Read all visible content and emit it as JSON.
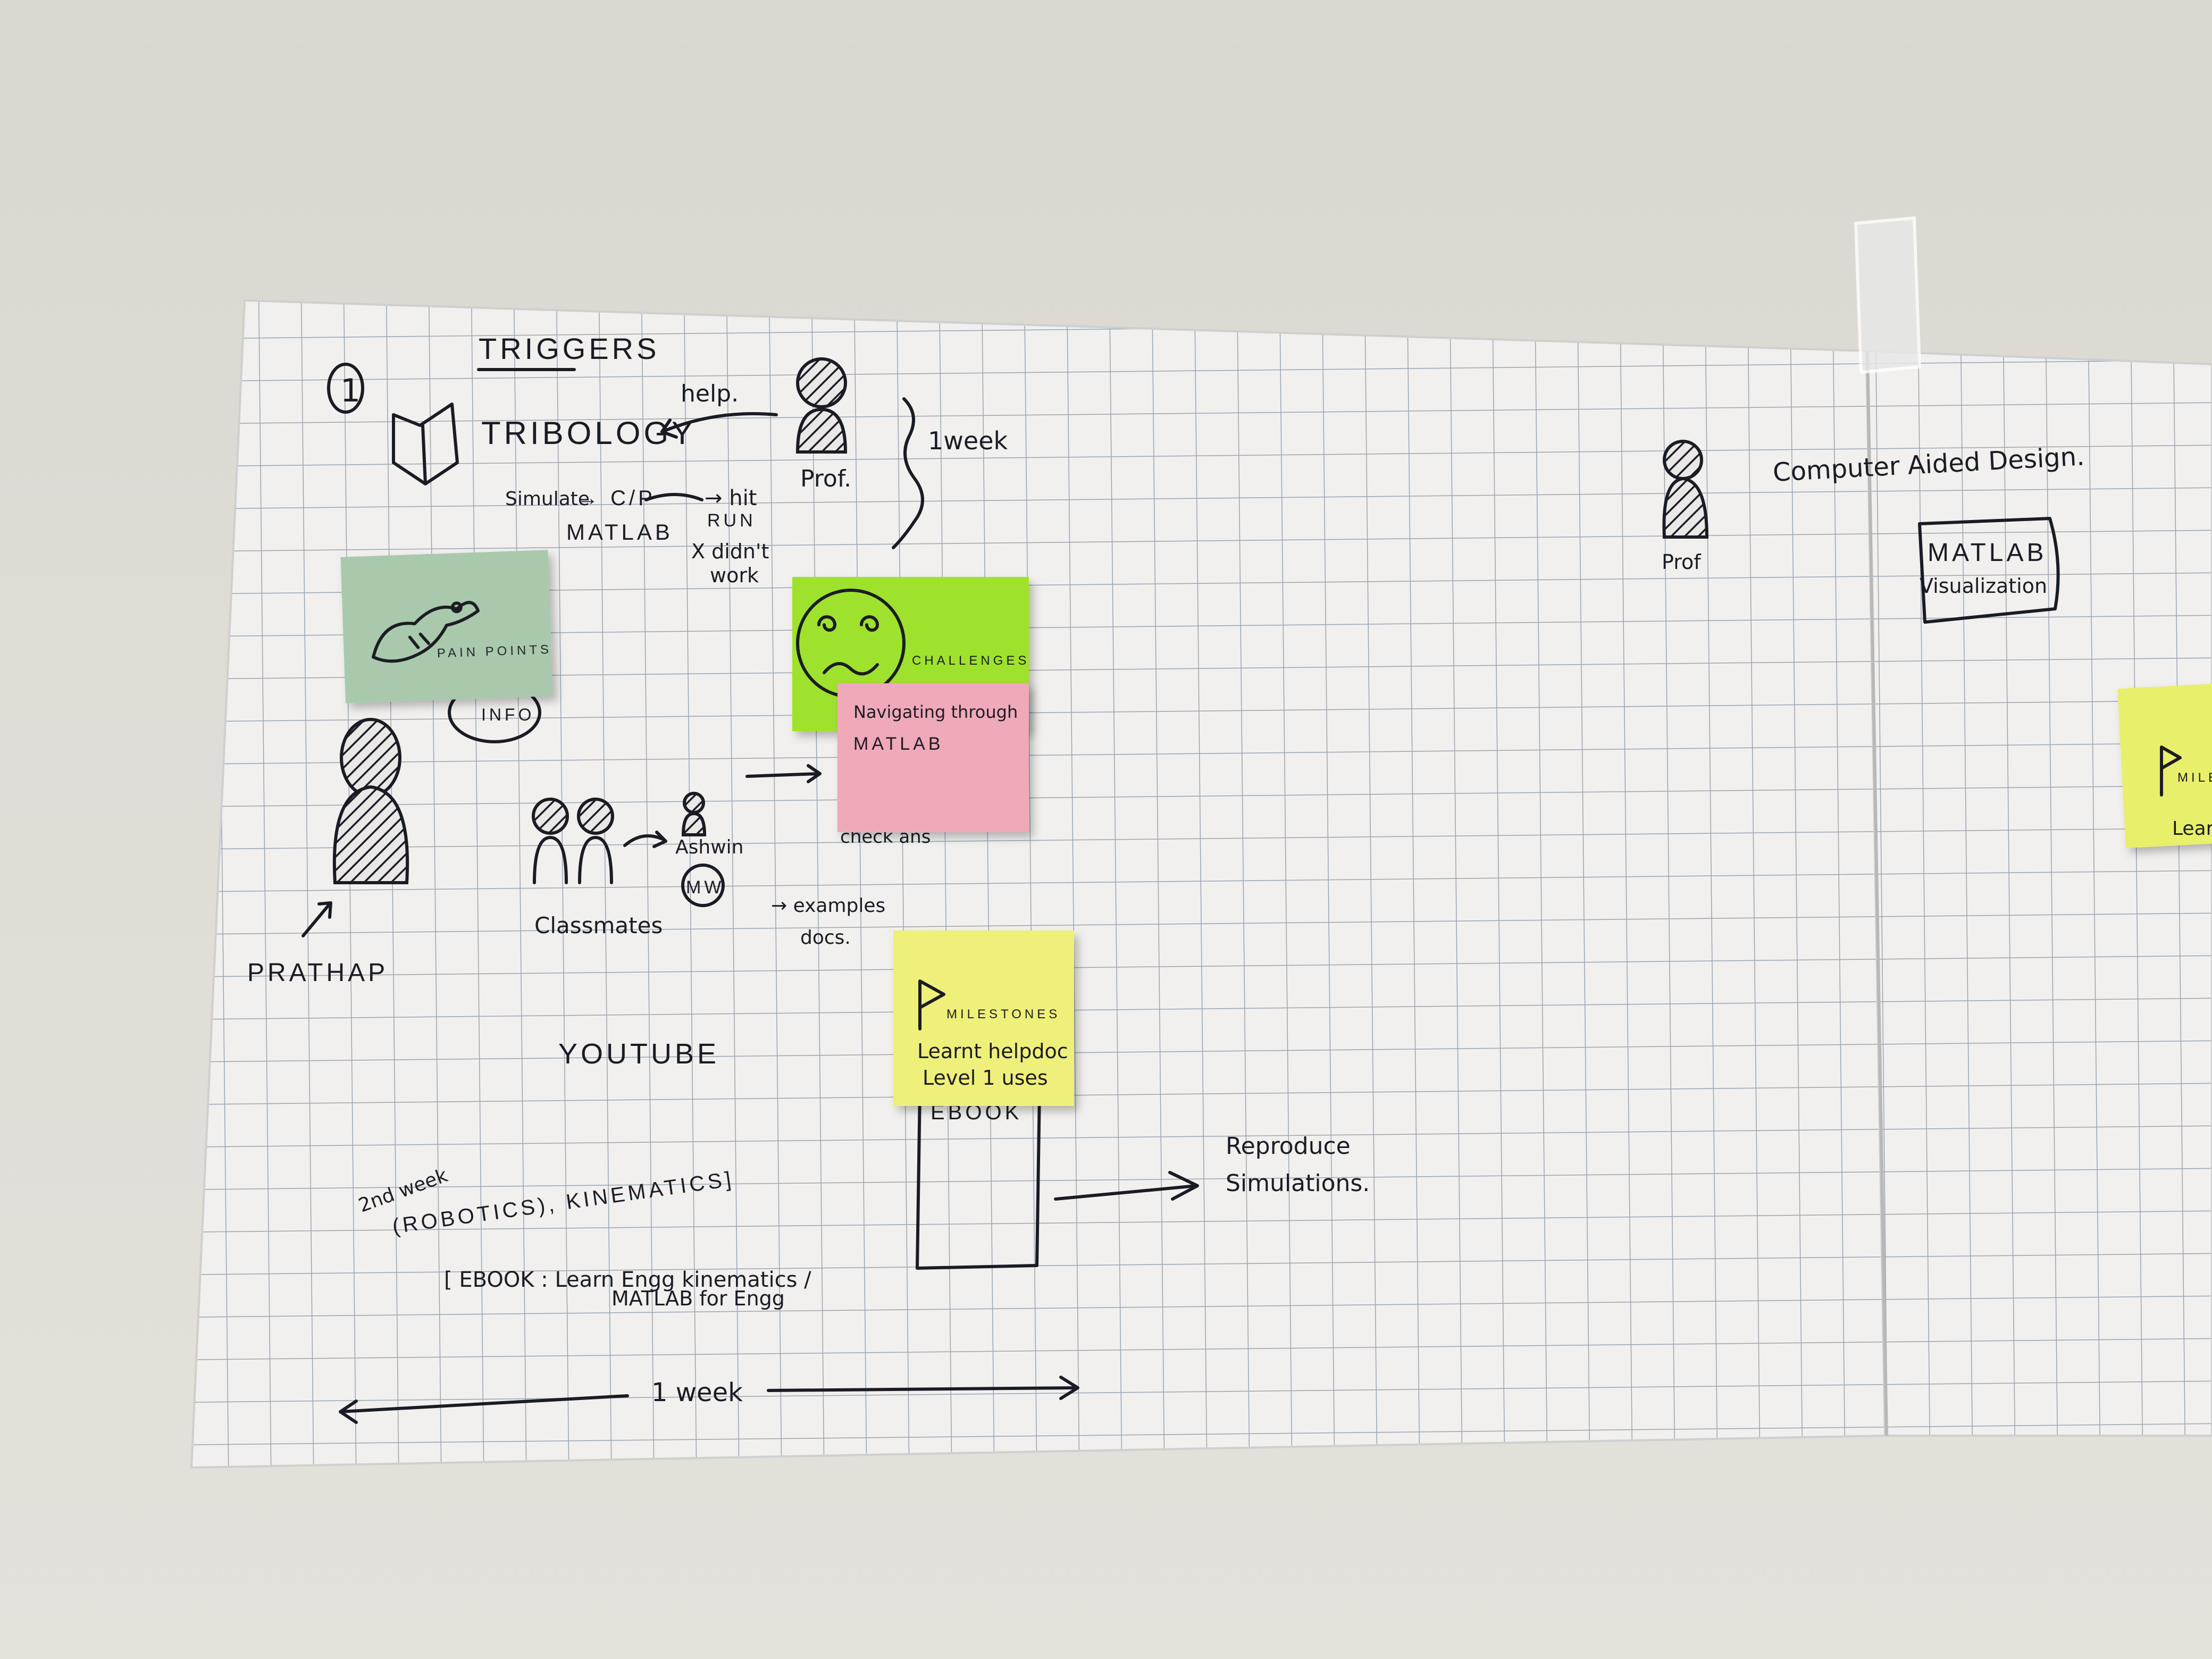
{
  "board": {
    "number": "1",
    "triggers_heading": "TRIGGERS",
    "tribology": "TRIBOLOGY",
    "help": "help.",
    "prof_left": "Prof.",
    "one_week_top": "1week",
    "simulate_flow": [
      "Simulate",
      "→ C/P",
      "→ hit",
      "RUN"
    ],
    "matlab_label": "MATLAB",
    "didnt_work": [
      "X didn't",
      "work"
    ],
    "info": "INFO",
    "prathap": "PRATHAP",
    "classmates": "Classmates",
    "ashwin": "Ashwin",
    "mw": "MW",
    "check_ans": "check ans",
    "examples_docs": [
      "→ examples",
      "docs."
    ],
    "youtube": "YOUTUBE",
    "second_week": "2nd week",
    "robotics_kinematics": "(ROBOTICS), KINEMATICS]",
    "ebook_line1": "[ EBOOK : Learn Engg kinematics /",
    "ebook_line2": "MATLAB for Engg",
    "ebook_box": "EBOOK",
    "reproduce": [
      "Reproduce",
      "Simulations."
    ],
    "one_week_bottom": "1 week",
    "prof_right": "Prof",
    "cad": "Computer Aided Design.",
    "matlab_vis": [
      "MATLAB",
      "Visualization"
    ]
  },
  "sticky_notes": {
    "pain_points": {
      "label": "PAIN POINTS",
      "color": "#a9c9ad",
      "icon": "crocodile-icon"
    },
    "challenges": {
      "label": "CHALLENGES",
      "color": "#9ee22e",
      "icon": "confused-face-icon"
    },
    "navigating": {
      "lines": [
        "Navigating through",
        "MATLAB"
      ],
      "color": "#f0a9b8"
    },
    "milestones": {
      "label": "MILESTONES",
      "lines": [
        "Learnt helpdoc",
        "Level 1 uses"
      ],
      "color": "#eef07a",
      "icon": "flag-icon"
    },
    "milestone_right": {
      "label": "MILE",
      "line": "Lear",
      "color": "#e8ef6a",
      "icon": "flag-icon"
    }
  }
}
